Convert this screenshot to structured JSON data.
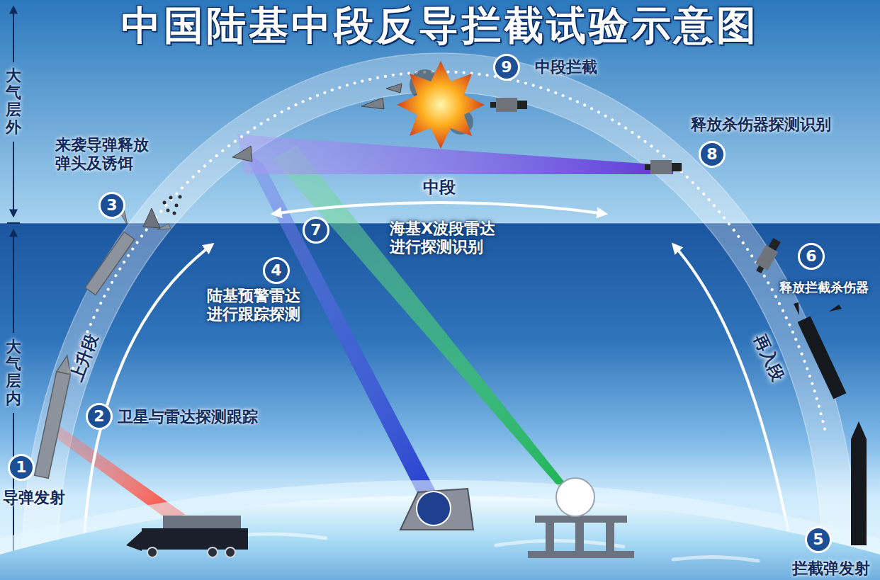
{
  "diagram": {
    "title": "中国陆基中段反导拦截试验示意图",
    "nodes": [
      {
        "text": [
          "1",
          "导弹发射"
        ]
      },
      {
        "text": [
          "2",
          "卫星与雷达探测跟踪"
        ]
      },
      {
        "text": [
          "3",
          "来袭导弹释放 弹头及诱饵"
        ]
      },
      {
        "text": [
          "4",
          "陆基预警雷达 进行跟踪探测"
        ]
      },
      {
        "text": [
          "5",
          "拦截弹发射"
        ]
      },
      {
        "text": [
          "6",
          "释放拦截杀伤器"
        ]
      },
      {
        "text": [
          "7",
          "海基X波段雷达 进行探测识别"
        ]
      },
      {
        "text": [
          "8",
          "释放杀伤器探测识别"
        ]
      },
      {
        "text": [
          "9",
          "中段拦截"
        ]
      }
    ],
    "labels": [
      "大气层外",
      "大气层内",
      "上升段",
      "中段",
      "再入段"
    ]
  }
}
